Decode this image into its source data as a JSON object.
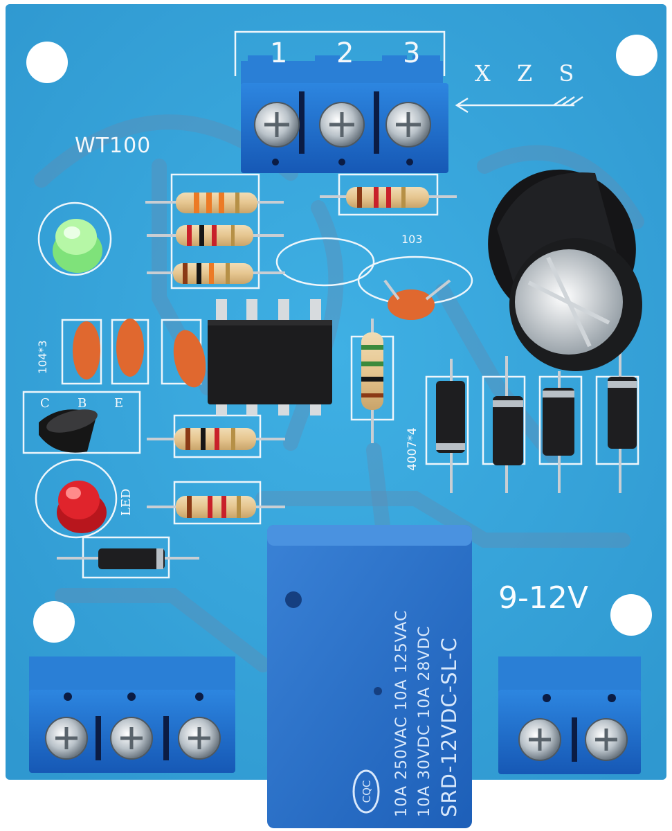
{
  "board": {
    "model_label": "WT100",
    "capacitor_code": "103",
    "capacitor_array_label": "104*3",
    "transistor_pins": [
      "C",
      "B",
      "E"
    ],
    "diode_array_label": "4007*4",
    "led_label": "LED",
    "supply_voltage": "9-12V",
    "probe_terminal_label": "X Z S",
    "probe_terminal_numbers": [
      "1",
      "2",
      "3"
    ]
  },
  "relay": {
    "line1": "10A 250VAC  10A 125VAC",
    "line2": "10A 30VDC   10A 28VDC",
    "line3": "SRD-12VDC-SL-C",
    "certification_mark": "CQC"
  },
  "colors": {
    "pcb": "#3aa6dc",
    "terminal_block": "#1d6fd0",
    "relay": "#2a6fc9",
    "silkscreen": "#f4f8fb",
    "led_green": "#7fe27a",
    "led_red": "#e0242c"
  }
}
